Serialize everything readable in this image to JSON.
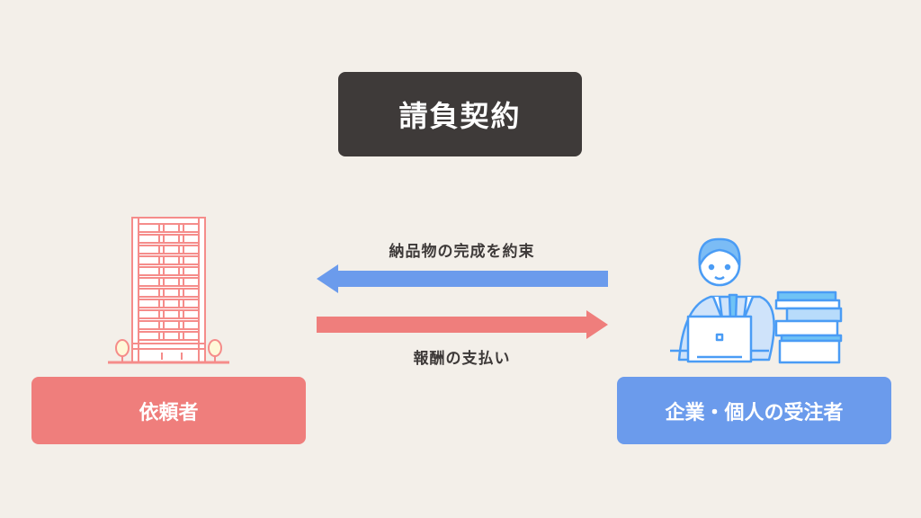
{
  "title": "請負契約",
  "client_label": "依頼者",
  "contractor_label": "企業・個人の受注者",
  "arrow_top_label": "納品物の完成を約束",
  "arrow_bottom_label": "報酬の支払い",
  "colors": {
    "background": "#f3efe9",
    "title": "#3e3a39",
    "client": "#ef7e7c",
    "contractor": "#6b9bec",
    "arrow_blue": "#6b9bec",
    "arrow_red": "#ef7e7c"
  }
}
